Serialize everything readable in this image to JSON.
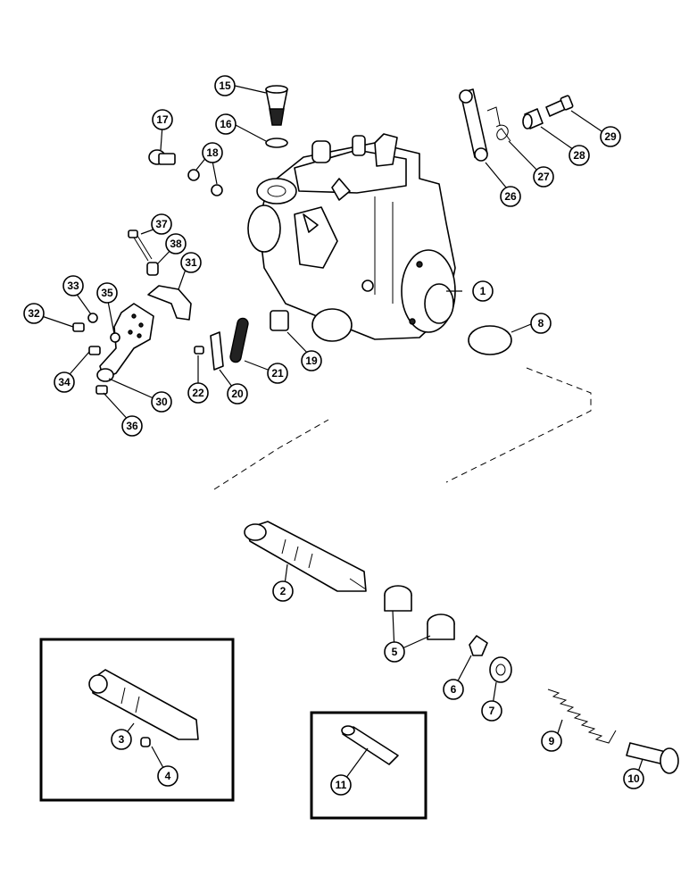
{
  "diagram": {
    "callouts": [
      {
        "id": "c1",
        "label": "1"
      },
      {
        "id": "c2",
        "label": "2"
      },
      {
        "id": "c3",
        "label": "3"
      },
      {
        "id": "c4",
        "label": "4"
      },
      {
        "id": "c5",
        "label": "5"
      },
      {
        "id": "c6",
        "label": "6"
      },
      {
        "id": "c7",
        "label": "7"
      },
      {
        "id": "c8",
        "label": "8"
      },
      {
        "id": "c9",
        "label": "9"
      },
      {
        "id": "c10",
        "label": "10"
      },
      {
        "id": "c11",
        "label": "11"
      },
      {
        "id": "c15",
        "label": "15"
      },
      {
        "id": "c16",
        "label": "16"
      },
      {
        "id": "c17",
        "label": "17"
      },
      {
        "id": "c18",
        "label": "18"
      },
      {
        "id": "c19",
        "label": "19"
      },
      {
        "id": "c20",
        "label": "20"
      },
      {
        "id": "c21",
        "label": "21"
      },
      {
        "id": "c22",
        "label": "22"
      },
      {
        "id": "c26",
        "label": "26"
      },
      {
        "id": "c27",
        "label": "27"
      },
      {
        "id": "c28",
        "label": "28"
      },
      {
        "id": "c29",
        "label": "29"
      },
      {
        "id": "c30",
        "label": "30"
      },
      {
        "id": "c31",
        "label": "31"
      },
      {
        "id": "c32",
        "label": "32"
      },
      {
        "id": "c33",
        "label": "33"
      },
      {
        "id": "c34",
        "label": "34"
      },
      {
        "id": "c35",
        "label": "35"
      },
      {
        "id": "c36",
        "label": "36"
      },
      {
        "id": "c37",
        "label": "37"
      },
      {
        "id": "c38",
        "label": "38"
      }
    ]
  }
}
